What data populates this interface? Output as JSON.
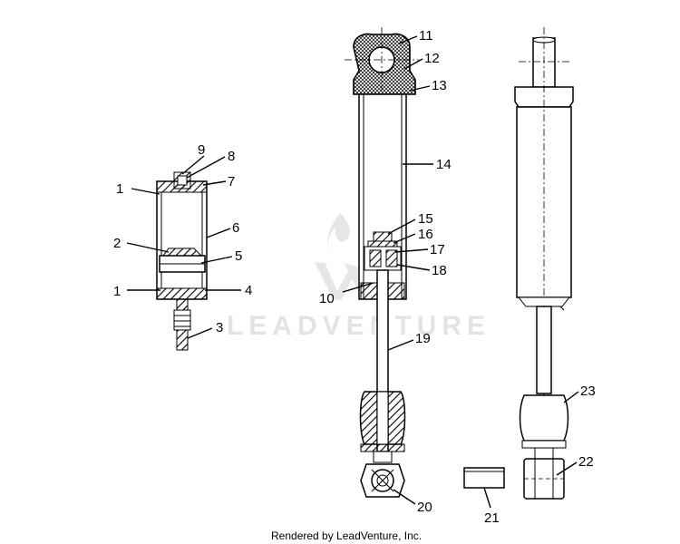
{
  "watermark": {
    "text": "LEADVENTURE"
  },
  "footer": {
    "text": "Rendered by LeadVenture, Inc."
  },
  "callouts": [
    "1",
    "2",
    "1",
    "3",
    "4",
    "5",
    "6",
    "7",
    "8",
    "9",
    "10",
    "11",
    "12",
    "13",
    "14",
    "15",
    "16",
    "17",
    "18",
    "19",
    "20",
    "21",
    "22",
    "23"
  ]
}
